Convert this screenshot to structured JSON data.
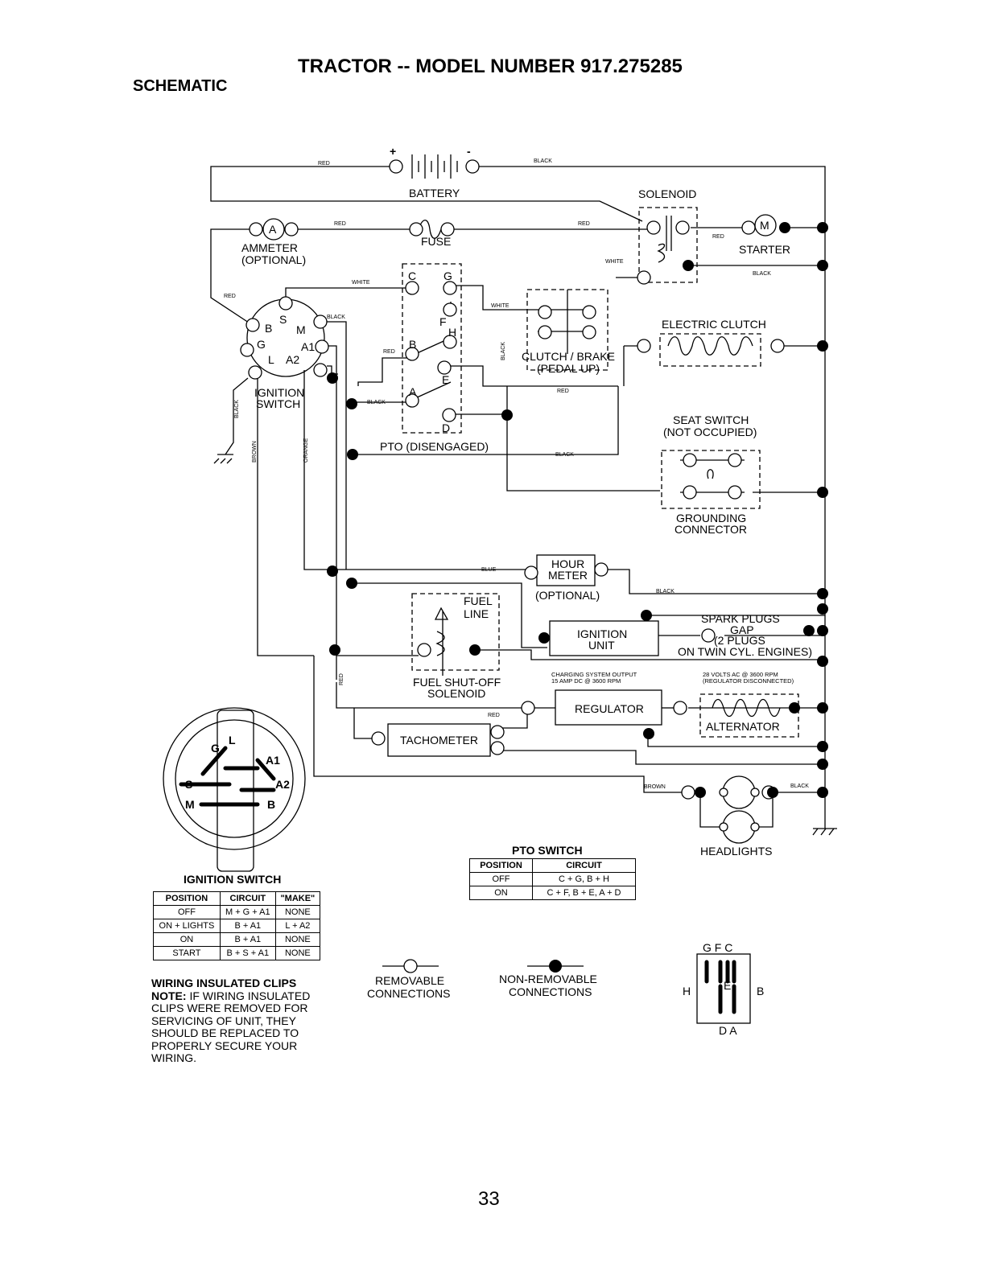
{
  "header": {
    "title": "TRACTOR -- MODEL NUMBER 917.275285",
    "section": "SCHEMATIC"
  },
  "components": {
    "battery": "BATTERY",
    "battery_pos": "+",
    "battery_neg": "-",
    "solenoid": "SOLENOID",
    "ammeter": "AMMETER",
    "ammeter_optional": "(OPTIONAL)",
    "ammeter_symbol": "A",
    "fuse": "FUSE",
    "starter": "STARTER",
    "starter_symbol": "M",
    "electric_clutch": "ELECTRIC CLUTCH",
    "clutch_brake_1": "CLUTCH / BRAKE",
    "clutch_brake_2": "(PEDAL UP)",
    "ignition_switch_1": "IGNITION",
    "ignition_switch_2": "SWITCH",
    "pto": "PTO (DISENGAGED)",
    "seat_switch_1": "SEAT SWITCH",
    "seat_switch_2": "(NOT OCCUPIED)",
    "grounding_1": "GROUNDING",
    "grounding_2": "CONNECTOR",
    "hour_meter_1": "HOUR",
    "hour_meter_2": "METER",
    "hour_meter_optional": "(OPTIONAL)",
    "fuel_line_1": "FUEL",
    "fuel_line_2": "LINE",
    "fuel_shutoff_1": "FUEL SHUT-OFF",
    "fuel_shutoff_2": "SOLENOID",
    "ignition_unit_1": "IGNITION",
    "ignition_unit_2": "UNIT",
    "spark_plugs_1": "SPARK PLUGS",
    "spark_plugs_2": "GAP",
    "spark_plugs_3": "(2 PLUGS",
    "spark_plugs_4": "ON TWIN CYL. ENGINES)",
    "regulator": "REGULATOR",
    "alternator": "ALTERNATOR",
    "tachometer": "TACHOMETER",
    "headlights": "HEADLIGHTS",
    "charging_1": "CHARGING SYSTEM OUTPUT",
    "charging_2": "15 AMP DC @ 3600 RPM",
    "volts_1": "28 VOLTS AC @ 3600 RPM",
    "volts_2": "(REGULATOR DISCONNECTED)"
  },
  "terminals": {
    "ign": [
      "B",
      "S",
      "M",
      "G",
      "A1",
      "L",
      "A2"
    ],
    "pto": [
      "C",
      "G",
      "F",
      "H",
      "B",
      "E",
      "A",
      "D"
    ],
    "ign_face": [
      "G",
      "L",
      "A1",
      "S",
      "A2",
      "M",
      "B"
    ],
    "pto_face_top": "G F C",
    "pto_face_left": "H",
    "pto_face_right": "B",
    "pto_face_mid": "E",
    "pto_face_bottom": "D A"
  },
  "wire_colors": {
    "red": "RED",
    "black": "BLACK",
    "white": "WHITE",
    "blue": "BLUE",
    "brown": "BROWN",
    "orange": "ORANGE"
  },
  "ignition_table": {
    "title": "IGNITION SWITCH",
    "headers": [
      "POSITION",
      "CIRCUIT",
      "\"MAKE\""
    ],
    "rows": [
      [
        "OFF",
        "M + G + A1",
        "NONE"
      ],
      [
        "ON + LIGHTS",
        "B + A1",
        "L + A2"
      ],
      [
        "ON",
        "B + A1",
        "NONE"
      ],
      [
        "START",
        "B + S + A1",
        "NONE"
      ]
    ]
  },
  "pto_table": {
    "title": "PTO SWITCH",
    "headers": [
      "POSITION",
      "CIRCUIT"
    ],
    "rows": [
      [
        "OFF",
        "C + G, B + H"
      ],
      [
        "ON",
        "C + F, B + E, A + D"
      ]
    ]
  },
  "legend": {
    "removable_1": "REMOVABLE",
    "removable_2": "CONNECTIONS",
    "nonremovable_1": "NON-REMOVABLE",
    "nonremovable_2": "CONNECTIONS"
  },
  "note": {
    "heading": "WIRING INSULATED CLIPS",
    "label": "NOTE:",
    "text": "IF WIRING INSULATED CLIPS WERE REMOVED FOR SERVICING OF UNIT, THEY SHOULD BE REPLACED TO PROPERLY SECURE YOUR WIRING."
  },
  "page_number": "33"
}
